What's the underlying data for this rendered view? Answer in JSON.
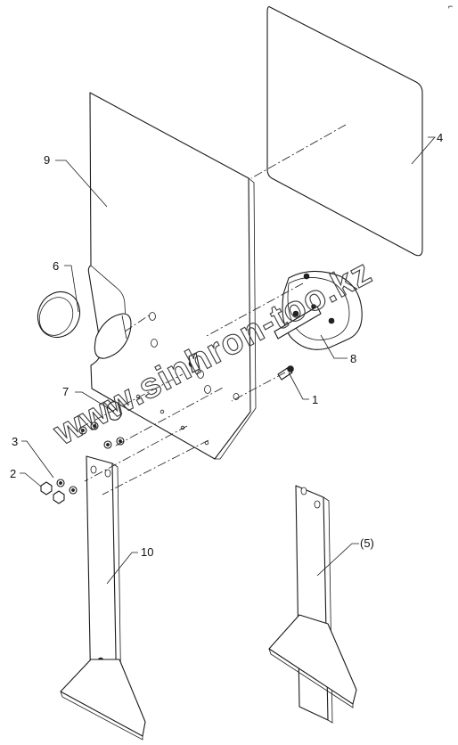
{
  "callouts": {
    "c1": "1",
    "c2": "2",
    "c3": "3",
    "c4": "4",
    "c5": "(5)",
    "c6": "6",
    "c7": "7",
    "c8": "8",
    "c9": "9",
    "c10": "10"
  },
  "watermark": "www.sinhron-too.kz",
  "corner_mark": "⌐"
}
